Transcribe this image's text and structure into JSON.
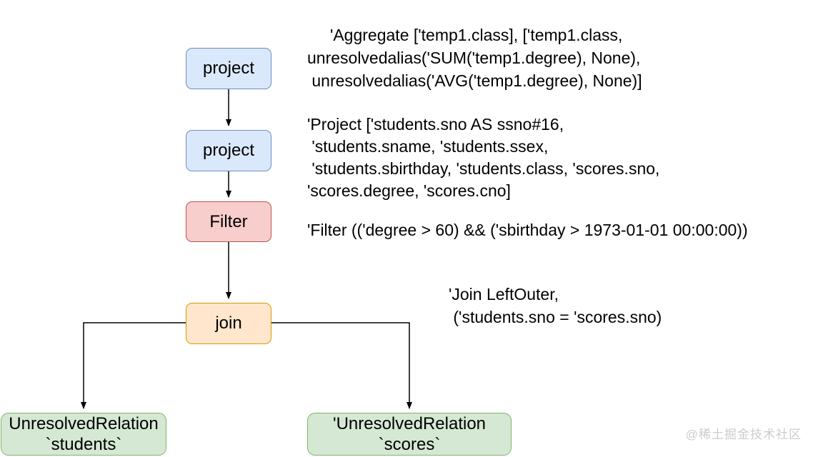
{
  "diagram": {
    "title": "SQL logical plan tree",
    "nodes": {
      "project1": {
        "label": "project"
      },
      "project2": {
        "label": "project"
      },
      "filter": {
        "label": "Filter"
      },
      "join": {
        "label": "join"
      },
      "relation_students": {
        "label": "UnresolvedRelation\n`students`"
      },
      "relation_scores": {
        "label": "'UnresolvedRelation\n`scores`"
      }
    },
    "annotations": {
      "aggregate": {
        "text": "     'Aggregate ['temp1.class], ['temp1.class,\nunresolvedalias('SUM('temp1.degree), None),\n unresolvedalias('AVG('temp1.degree), None)]"
      },
      "project": {
        "text": "'Project ['students.sno AS ssno#16,\n 'students.sname, 'students.ssex,\n 'students.sbirthday, 'students.class, 'scores.sno,\n'scores.degree, 'scores.cno]"
      },
      "filter": {
        "text": "'Filter (('degree > 60) && ('sbirthday > 1973-01-01 00:00:00))"
      },
      "join": {
        "text": "'Join LeftOuter,\n ('students.sno = 'scores.sno)"
      }
    },
    "colors": {
      "project_fill": "#dae8fc",
      "project_stroke": "#6c8ebf",
      "filter_fill": "#f8cecc",
      "filter_stroke": "#b85450",
      "join_fill": "#ffe6cc",
      "join_stroke": "#d79b00",
      "relation_fill": "#d5e8d4",
      "relation_stroke": "#82b366",
      "arrow": "#000000",
      "text": "#000000",
      "watermark": "#cccccc"
    }
  },
  "watermark": {
    "text": "@稀土掘金技术社区"
  }
}
